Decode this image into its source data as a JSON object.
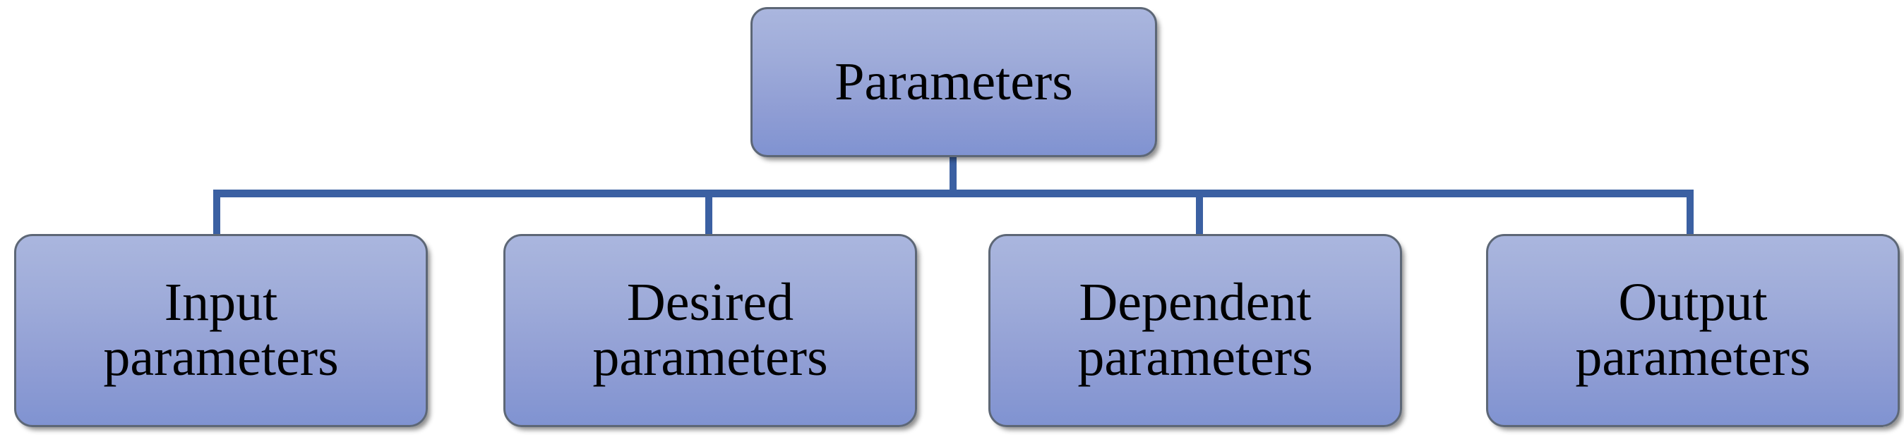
{
  "diagram": {
    "title": "Parameters classification tree",
    "type": "hierarchy-tree",
    "background_color": "#ffffff",
    "node_fill_top_color": "#aab6de",
    "node_fill_bottom_color": "#8093d1",
    "node_border_color": "#5d6776",
    "connector_color": "#3b60a2",
    "text_color": "#000000"
  },
  "root": {
    "label": "Parameters"
  },
  "children": [
    {
      "label": "Input\nparameters",
      "line1": "Input",
      "line2": "parameters"
    },
    {
      "label": "Desired\nparameters",
      "line1": "Desired",
      "line2": "parameters"
    },
    {
      "label": "Dependent\nparameters",
      "line1": "Dependent",
      "line2": "parameters"
    },
    {
      "label": "Output\nparameters",
      "line1": "Output",
      "line2": "parameters"
    }
  ]
}
